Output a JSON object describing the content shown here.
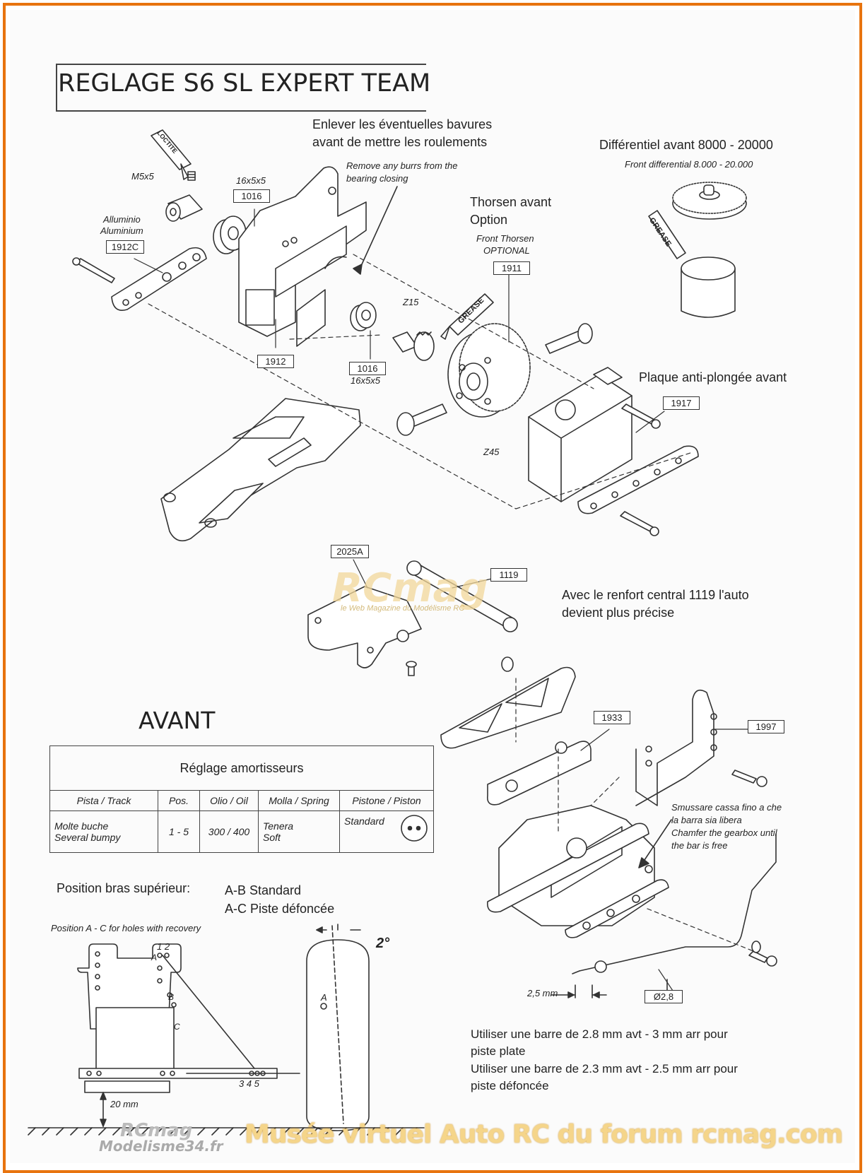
{
  "title": "REGLAGE S6 SL EXPERT TEAM",
  "notes": {
    "burrs_fr_1": "Enlever les éventuelles bavures",
    "burrs_fr_2": "avant de mettre les roulements",
    "burrs_en_1": "Remove any burrs from the",
    "burrs_en_2": "bearing closing",
    "diff_fr": "Différentiel avant 8000 - 20000",
    "diff_en": "Front differential 8.000 - 20.000",
    "thorsen_fr_1": "Thorsen avant",
    "thorsen_fr_2": "Option",
    "thorsen_en_1": "Front Thorsen",
    "thorsen_en_2": "OPTIONAL",
    "plaque": "Plaque anti-plongée avant",
    "renfort_1": "Avec le renfort central 1119 l'auto",
    "renfort_2": "devient plus précise",
    "chamfer_it_1": "Smussare cassa fino a che",
    "chamfer_it_2": "la barra sia libera",
    "chamfer_en_1": "Chamfer the gearbox until",
    "chamfer_en_2": "the bar is free",
    "barre_1": "Utiliser une barre de 2.8 mm avt - 3 mm arr pour",
    "barre_2": "piste plate",
    "barre_3": "Utiliser une barre de 2.3 mm avt - 2.5 mm arr pour",
    "barre_4": "piste défoncée"
  },
  "labels": {
    "loctite": "LOCTITE",
    "m5x5": "M5x5",
    "alu_1": "Alluminio",
    "alu_2": "Aluminium",
    "p1912c": "1912C",
    "size_top": "16x5x5",
    "p1016_top": "1016",
    "p1912": "1912",
    "p1016_bot": "1016",
    "size_bot": "16x5x5",
    "z15": "Z15",
    "grease1": "GREASE",
    "grease2": "GREASE",
    "p1911": "1911",
    "z45": "Z45",
    "p1917": "1917",
    "p2025a": "2025A",
    "p1119": "1119",
    "p1933": "1933",
    "p1997": "1997",
    "dia": "Ø2,8",
    "dim25": "2,5 mm"
  },
  "avant": "AVANT",
  "shock_table": {
    "caption": "Réglage amortisseurs",
    "headers": [
      "Pista / Track",
      "Pos.",
      "Olio / Oil",
      "Molla / Spring",
      "Pistone / Piston"
    ],
    "row": {
      "track_1": "Molte buche",
      "track_2": "Several bumpy",
      "pos": "1 - 5",
      "oil": "300 / 400",
      "spring_1": "Tenera",
      "spring_2": "Soft",
      "piston": "Standard"
    }
  },
  "position": {
    "label": "Position bras supérieur:",
    "opt1": "A-B Standard",
    "opt2": "A-C Piste défoncée",
    "note": "Position A - C for holes with recovery",
    "holes_top": "1 2",
    "holes_345": "3 4 5",
    "a": "A",
    "b": "B",
    "c": "C",
    "tyre_a": "A",
    "angle": "2°",
    "height": "20 mm"
  },
  "watermarks": {
    "bottom": "Musée virtuel Auto RC du forum rcmag.com",
    "center": "RCmag",
    "center_sub": "le Web Magazine du Modélisme RC",
    "logo1": "RCmag",
    "logo2": "Modelisme34.fr"
  },
  "colors": {
    "frame": "#e8740f",
    "watermark": "#f5d58a",
    "line": "#333333"
  }
}
